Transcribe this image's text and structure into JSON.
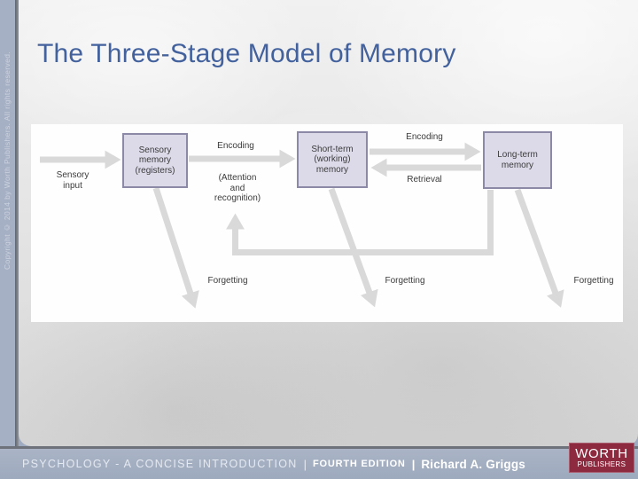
{
  "copyright_vertical": "Copyright © 2014 by Worth Publishers. All rights reserved.",
  "title": "The Three-Stage Model of Memory",
  "diagram": {
    "boxes": [
      {
        "label": "Sensory\nmemory\n(registers)"
      },
      {
        "label": "Short-term\n(working)\nmemory"
      },
      {
        "label": "Long-term\nmemory"
      }
    ],
    "labels": {
      "sensory_input": "Sensory\ninput",
      "encoding_1": "Encoding",
      "attention": "(Attention\nand\nrecognition)",
      "encoding_2": "Encoding",
      "retrieval": "Retrieval",
      "forgetting_1": "Forgetting",
      "forgetting_2": "Forgetting",
      "forgetting_3": "Forgetting"
    },
    "colors": {
      "box_fill": "#dcdae9",
      "box_border": "#8b89a5",
      "arrow": "#d9d9d9",
      "text": "#3b3b3b"
    }
  },
  "footer": {
    "series": "PSYCHOLOGY - A CONCISE INTRODUCTION",
    "divider": "|",
    "edition": "FOURTH EDITION",
    "author": "Richard A. Griggs"
  },
  "publisher": {
    "line1": "WORTH",
    "line2": "PUBLISHERS",
    "bg_color": "#8e2a40"
  },
  "theme": {
    "title_color": "#42619d",
    "strip_color": "#a6b0c4",
    "footer_color": "#a3afc3"
  }
}
